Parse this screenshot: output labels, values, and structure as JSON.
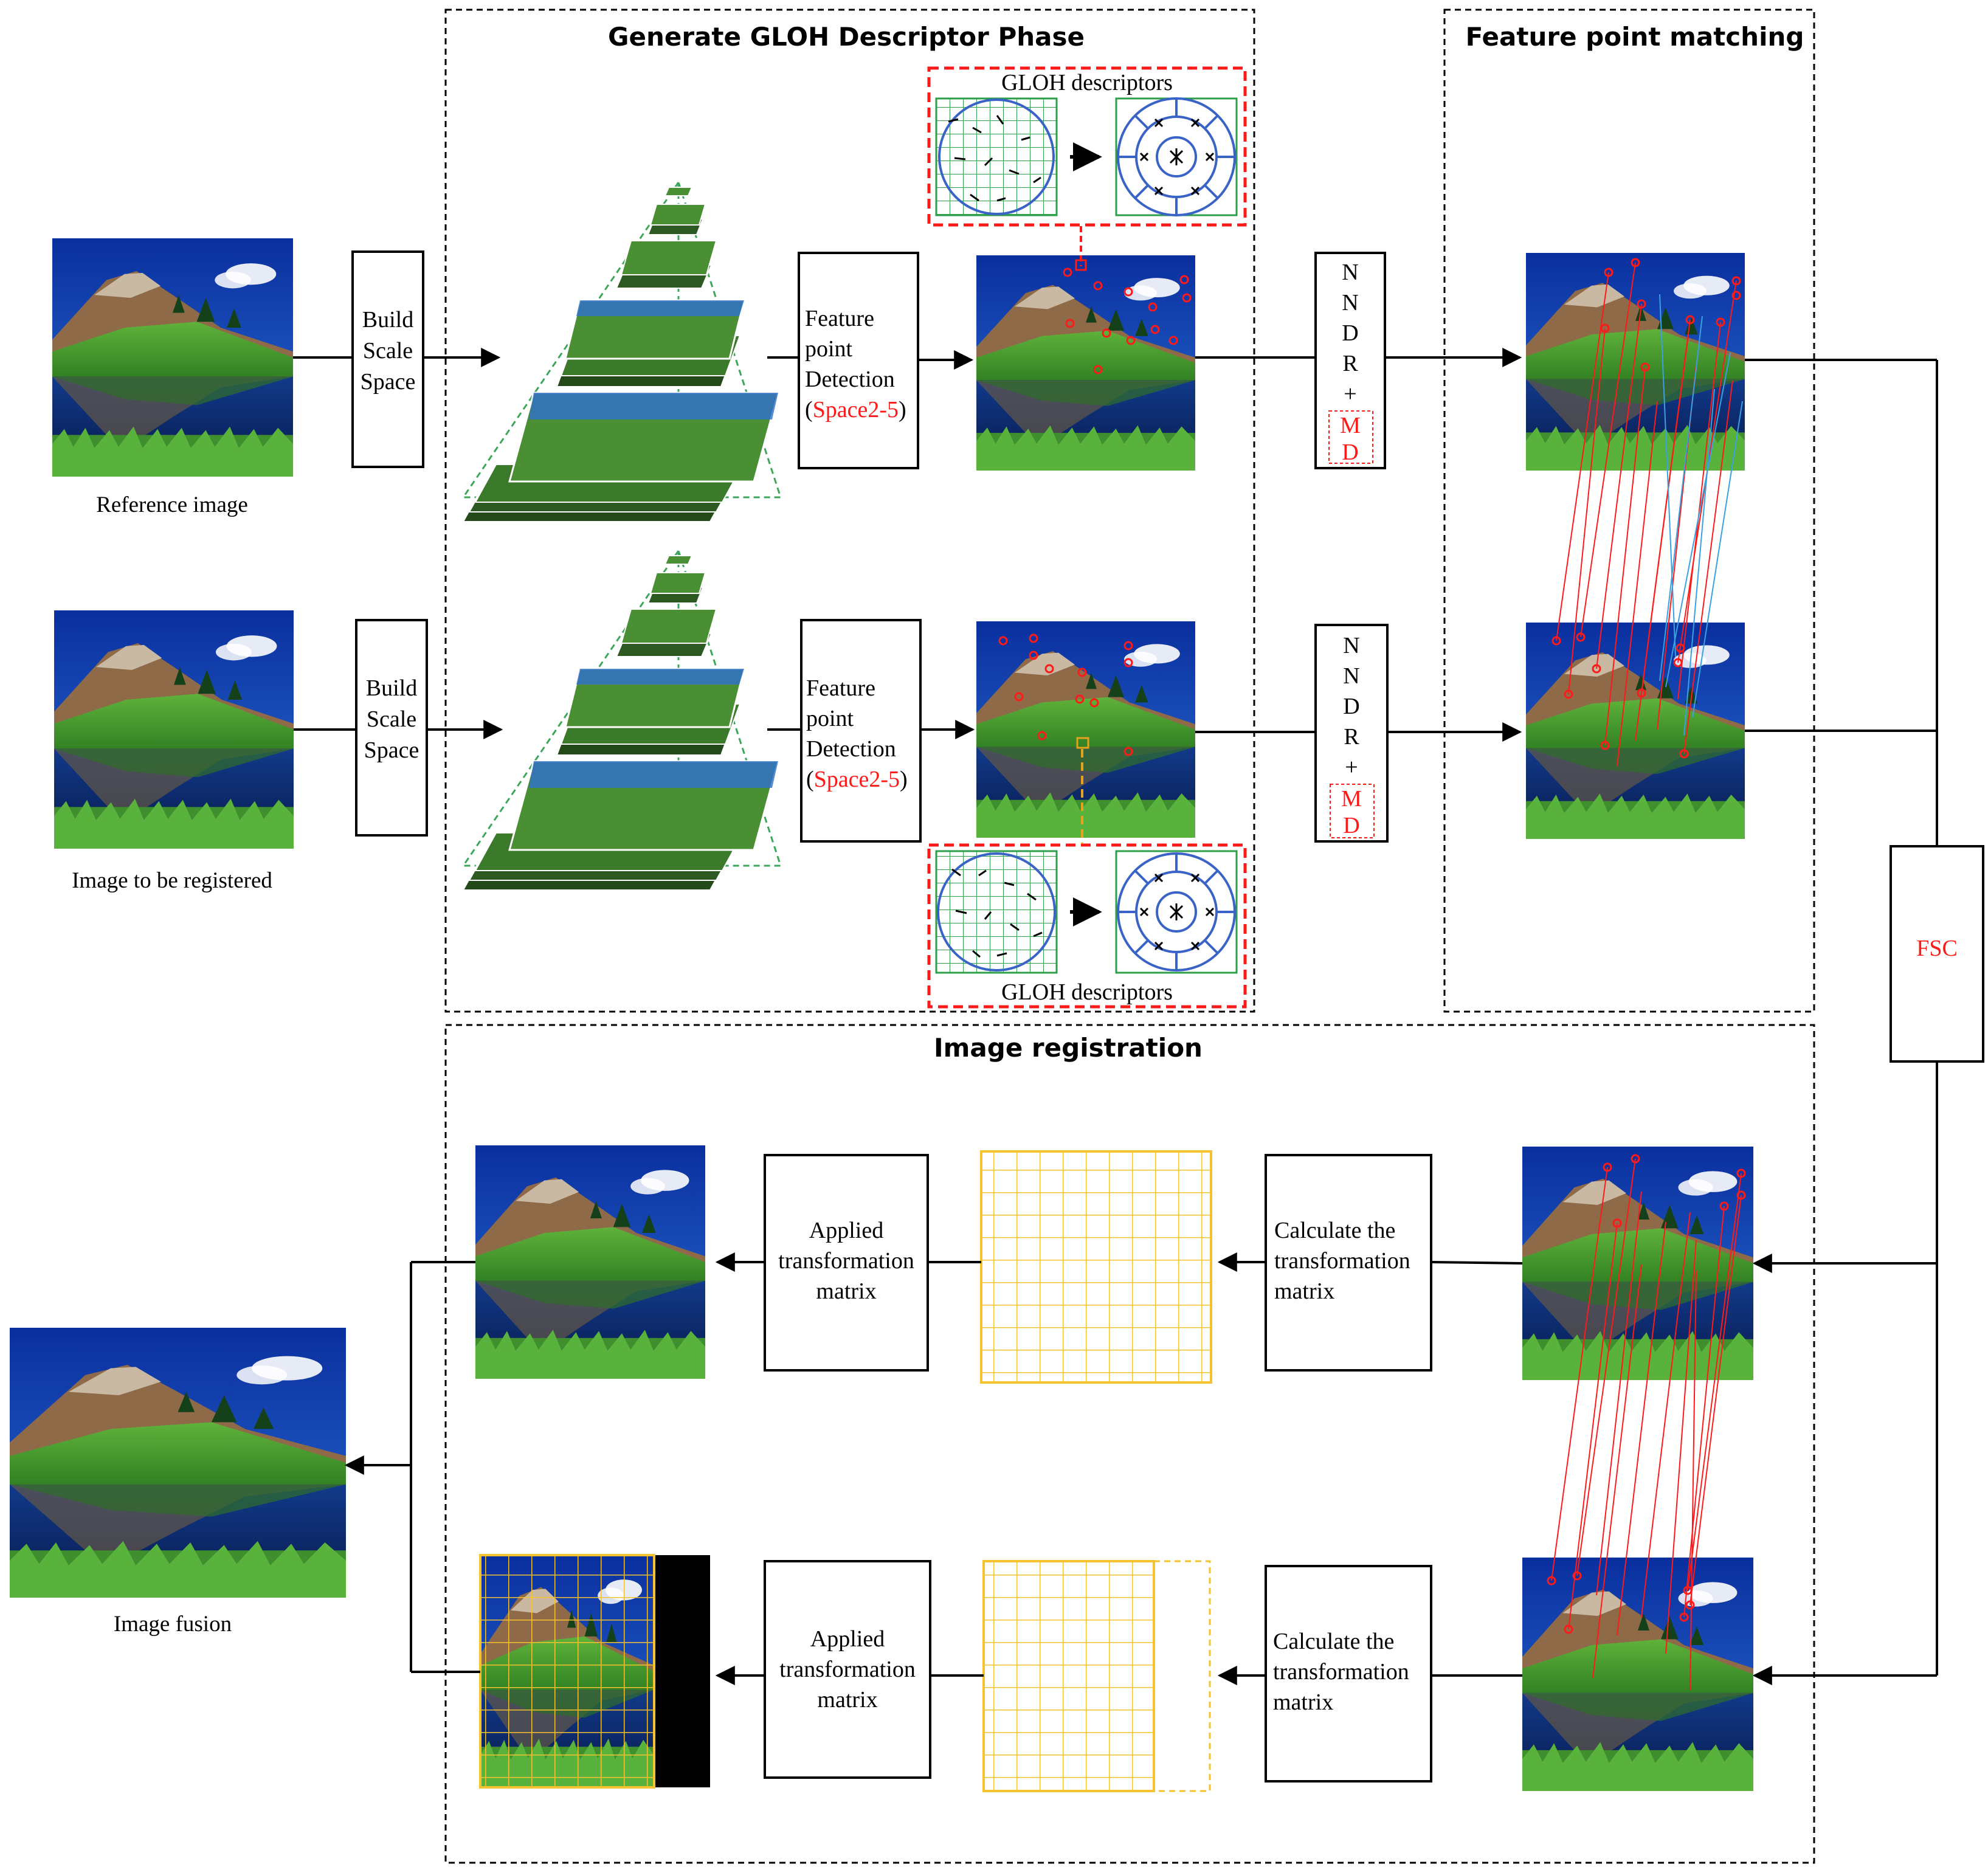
{
  "sections": {
    "generate": "Generate GLOH Descriptor Phase",
    "matching": "Feature point matching",
    "registration": "Image registration"
  },
  "captions": {
    "reference": "Reference image",
    "to_register": "Image to be registered",
    "fusion": "Image fusion"
  },
  "build_scale_space": [
    "Build",
    "Scale",
    "Space"
  ],
  "feature_detection": {
    "lines": [
      "Feature",
      "point",
      "Detection"
    ],
    "suffix_open": "(",
    "suffix_red": "Space2-5",
    "suffix_close": ")"
  },
  "nndr": {
    "letters": [
      "N",
      "N",
      "D",
      "R",
      "+"
    ],
    "md_letters": [
      "M",
      "D"
    ]
  },
  "gloh_label": "GLOH descriptors",
  "fsc_label": "FSC",
  "applied_matrix": [
    "Applied",
    "transformation",
    "matrix"
  ],
  "calculate_matrix": [
    "Calculate the",
    "transformation",
    "matrix"
  ],
  "colors": {
    "red": "#ff1a1a",
    "grid_yellow": "#f5c230",
    "gloh_green": "#2e9e4a",
    "gloh_blue": "#3a63c8",
    "pyramid_green": "#3ca65a",
    "match_blue": "#3aa0e0",
    "orange": "#e6a21a"
  }
}
